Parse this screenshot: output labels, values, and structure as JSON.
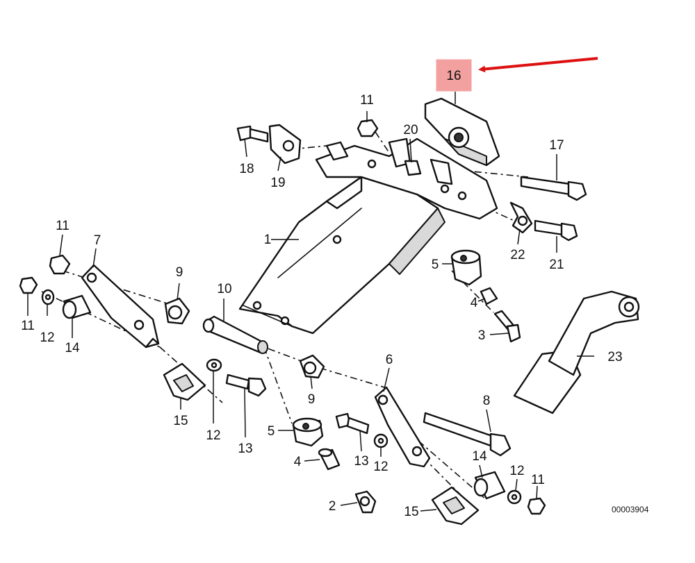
{
  "diagram": {
    "highlight": {
      "label": "16",
      "fill": "#f2a0a0",
      "arrow_color": "#dd1111"
    },
    "drawing_code": "00003904",
    "callouts": [
      {
        "id": "c1",
        "text": "1"
      },
      {
        "id": "c2",
        "text": "2"
      },
      {
        "id": "c3",
        "text": "3"
      },
      {
        "id": "c4a",
        "text": "4"
      },
      {
        "id": "c4b",
        "text": "4"
      },
      {
        "id": "c5a",
        "text": "5"
      },
      {
        "id": "c5b",
        "text": "5"
      },
      {
        "id": "c6",
        "text": "6"
      },
      {
        "id": "c7",
        "text": "7"
      },
      {
        "id": "c8",
        "text": "8"
      },
      {
        "id": "c9a",
        "text": "9"
      },
      {
        "id": "c9b",
        "text": "9"
      },
      {
        "id": "c10",
        "text": "10"
      },
      {
        "id": "c11a",
        "text": "11"
      },
      {
        "id": "c11b",
        "text": "11"
      },
      {
        "id": "c11c",
        "text": "11"
      },
      {
        "id": "c11d",
        "text": "11"
      },
      {
        "id": "c12a",
        "text": "12"
      },
      {
        "id": "c12b",
        "text": "12"
      },
      {
        "id": "c12c",
        "text": "12"
      },
      {
        "id": "c12d",
        "text": "12"
      },
      {
        "id": "c13a",
        "text": "13"
      },
      {
        "id": "c13b",
        "text": "13"
      },
      {
        "id": "c14a",
        "text": "14"
      },
      {
        "id": "c14b",
        "text": "14"
      },
      {
        "id": "c15a",
        "text": "15"
      },
      {
        "id": "c15b",
        "text": "15"
      },
      {
        "id": "c17",
        "text": "17"
      },
      {
        "id": "c18",
        "text": "18"
      },
      {
        "id": "c19",
        "text": "19"
      },
      {
        "id": "c20",
        "text": "20"
      },
      {
        "id": "c21",
        "text": "21"
      },
      {
        "id": "c22",
        "text": "22"
      },
      {
        "id": "c23",
        "text": "23"
      }
    ]
  }
}
